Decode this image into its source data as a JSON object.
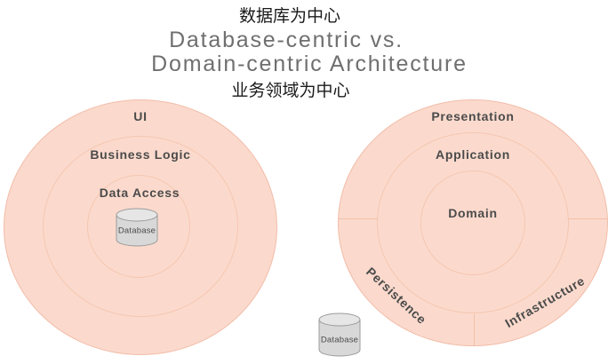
{
  "annotations": {
    "database_centric_cn": "数据库为中心",
    "domain_centric_cn": "业务领域为中心"
  },
  "title": {
    "line1": "Database-centric vs.",
    "line2": "Domain-centric Architecture"
  },
  "left_diagram": {
    "name": "Database-centric",
    "rings": [
      "UI",
      "Business Logic",
      "Data Access"
    ],
    "database_label": "Database"
  },
  "right_diagram": {
    "name": "Domain-centric",
    "rings": [
      "Presentation",
      "Application",
      "Domain"
    ],
    "outer_sectors": [
      "Persistence",
      "Infrastructure"
    ],
    "database_label": "Database"
  },
  "colors": {
    "ring_fill": "#fbdacd",
    "ring_border": "#f2bca8",
    "ring_label_text": "#4b4b4b",
    "title_text": "#6f6f6f",
    "annotation_text": "#1a1a1a",
    "cylinder_body": "#d8d8d8",
    "cylinder_top": "#e6e6e6",
    "cylinder_border": "#9b9b9b"
  }
}
